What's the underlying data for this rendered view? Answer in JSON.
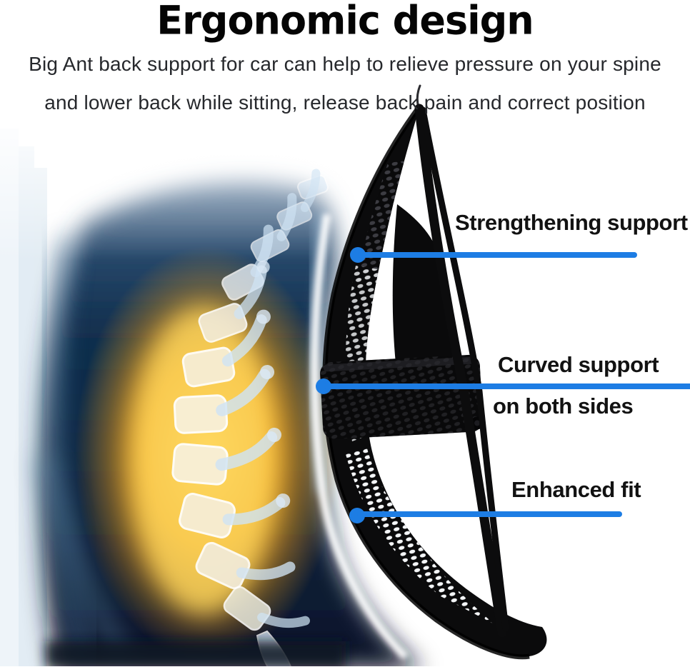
{
  "header": {
    "title": "Ergonomic design",
    "subtitle_line1": "Big Ant back support for car can help to relieve pressure on your spine",
    "subtitle_line2": "and lower back while sitting, release back pain and correct position"
  },
  "callouts": {
    "strengthening": {
      "label": "Strengthening support"
    },
    "curved": {
      "label_line1": "Curved support",
      "label_line2": "on both sides"
    },
    "enhanced": {
      "label": "Enhanced fit"
    }
  },
  "illustrations": {
    "spine_xray_alt": "X-ray style view of lower back with glowing lumbar spine",
    "product_alt": "Black mesh car back support, side view"
  },
  "colors": {
    "accent_blue": "#1d7de4",
    "glow_orange": "#f5a114",
    "glow_core": "#ffd85e",
    "xray_navy": "#0d2440",
    "product_black": "#0b0b0c",
    "title_black": "#040404",
    "body_text": "#26282c"
  }
}
